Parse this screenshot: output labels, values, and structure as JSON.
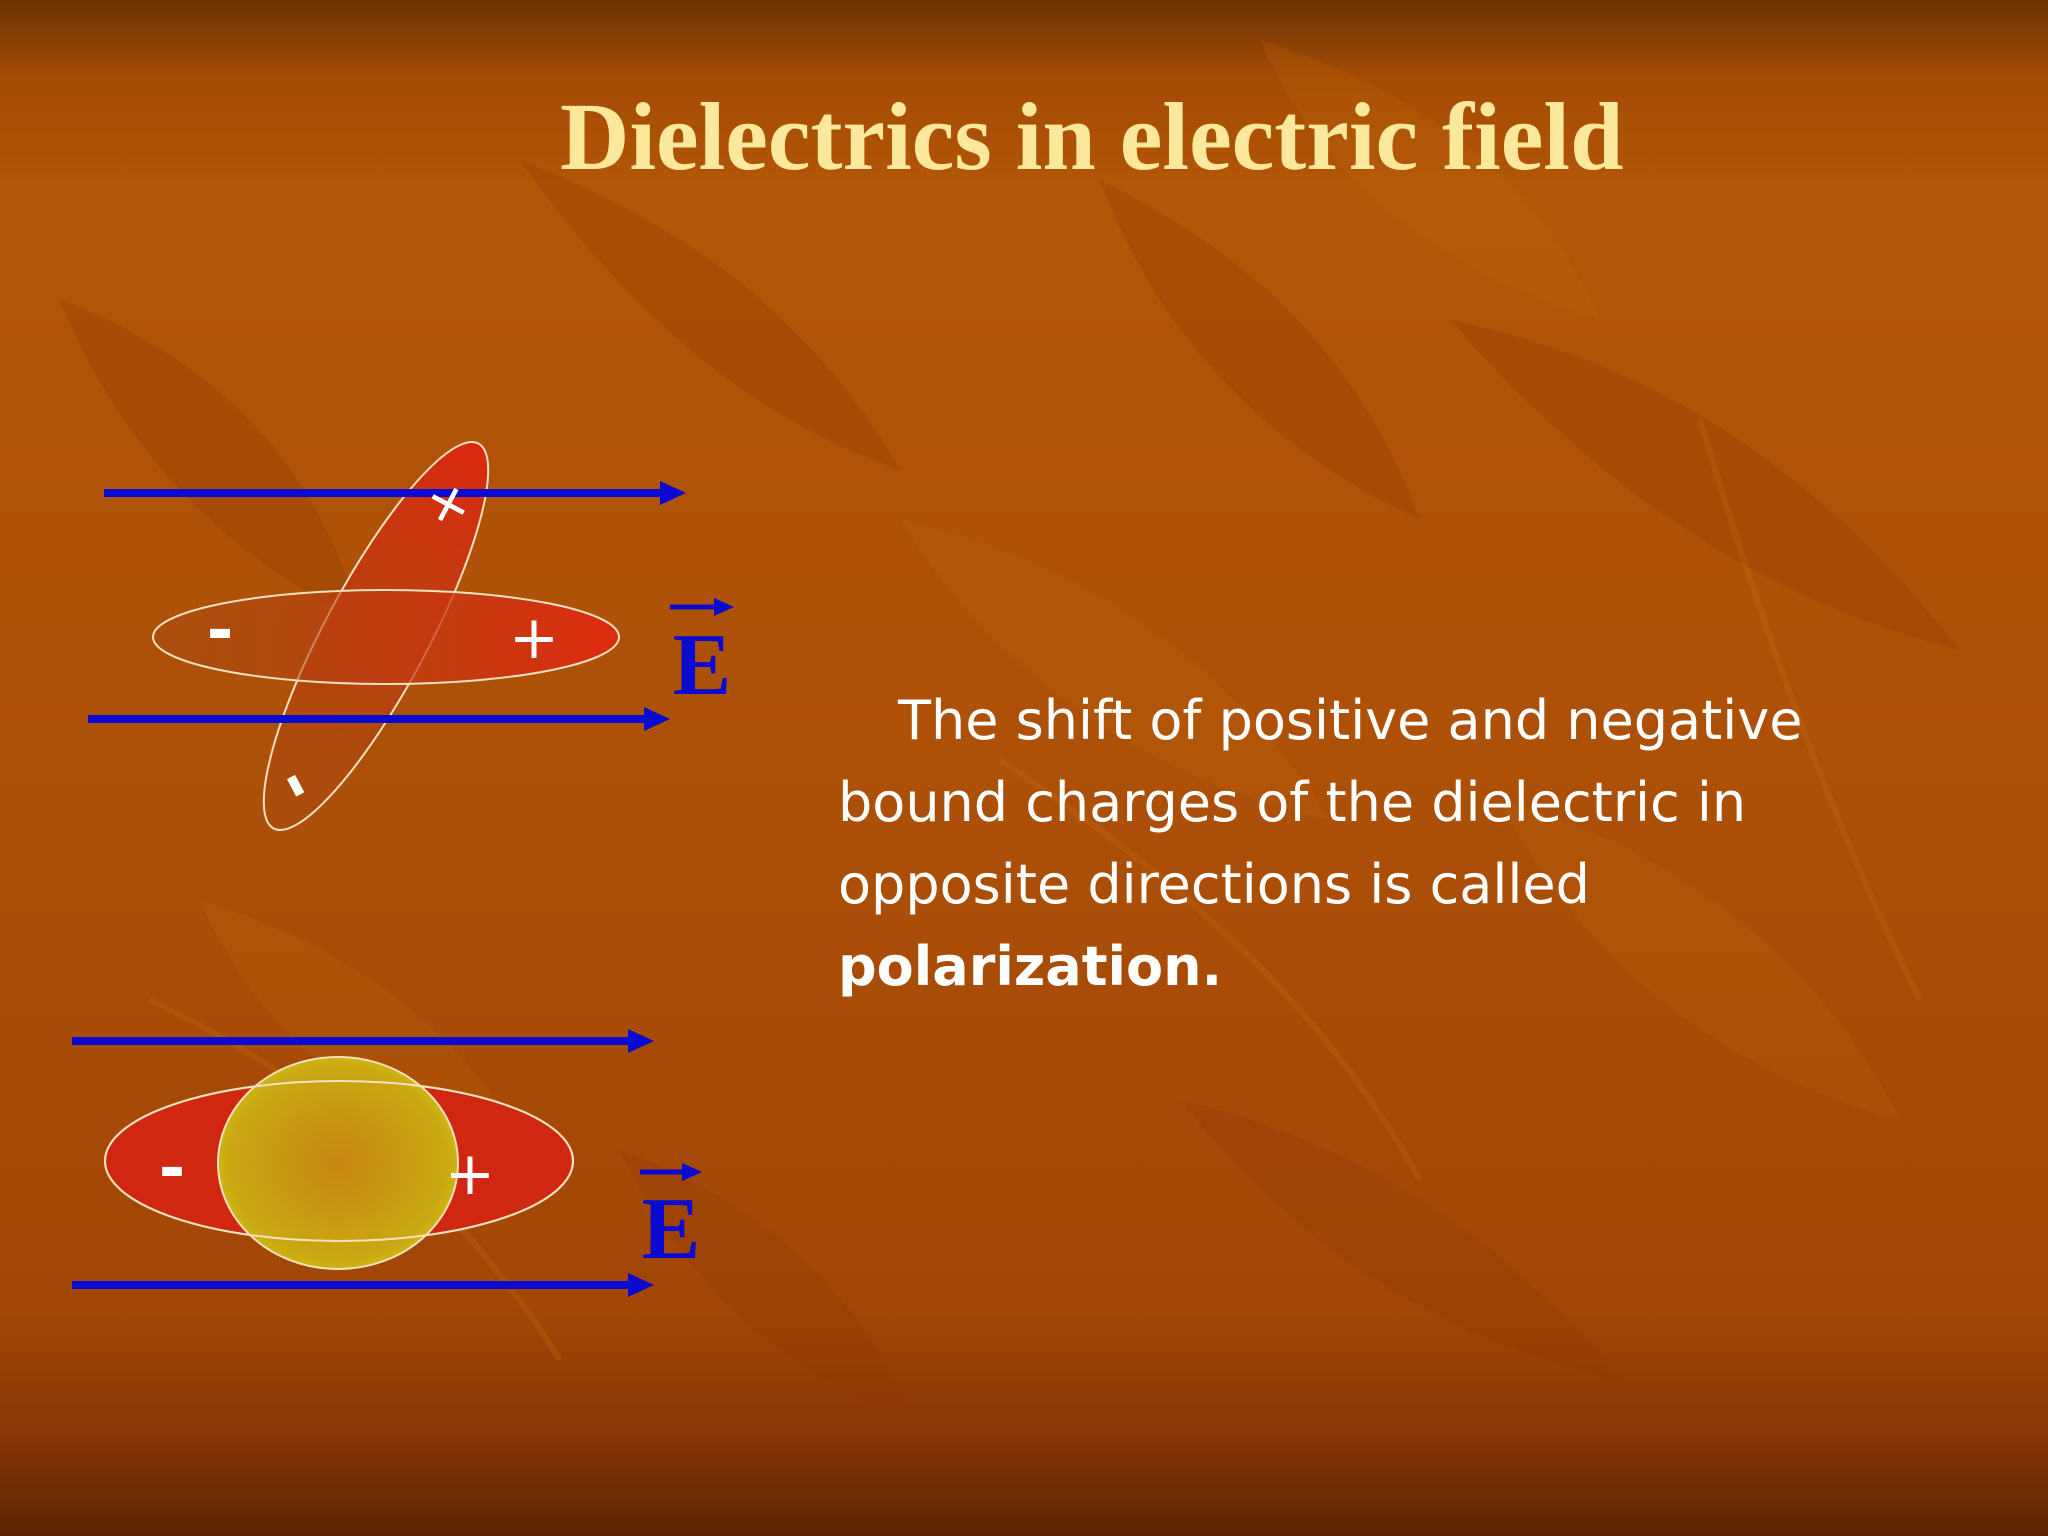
{
  "slide": {
    "title": "Dielectrics in electric field",
    "body_text": "The shift of positive and negative bound charges of the dielectric in opposite directions is called",
    "body_bold": "polarization.",
    "colors": {
      "background": "#ad5008",
      "title": "#fbe89a",
      "body_text": "#ffffff",
      "field_arrow": "#0a0ad0",
      "molecule_red": "#d8260f",
      "molecule_yellow": "#d7cc10"
    }
  },
  "diagram": {
    "top_molecule": {
      "field_symbol": "E",
      "charge_plus": "+",
      "charge_minus": "-",
      "rotated_charge_plus": "+",
      "rotated_charge_minus": "-"
    },
    "bottom_molecule": {
      "field_symbol": "E",
      "charge_plus": "+",
      "charge_minus": "-"
    }
  }
}
